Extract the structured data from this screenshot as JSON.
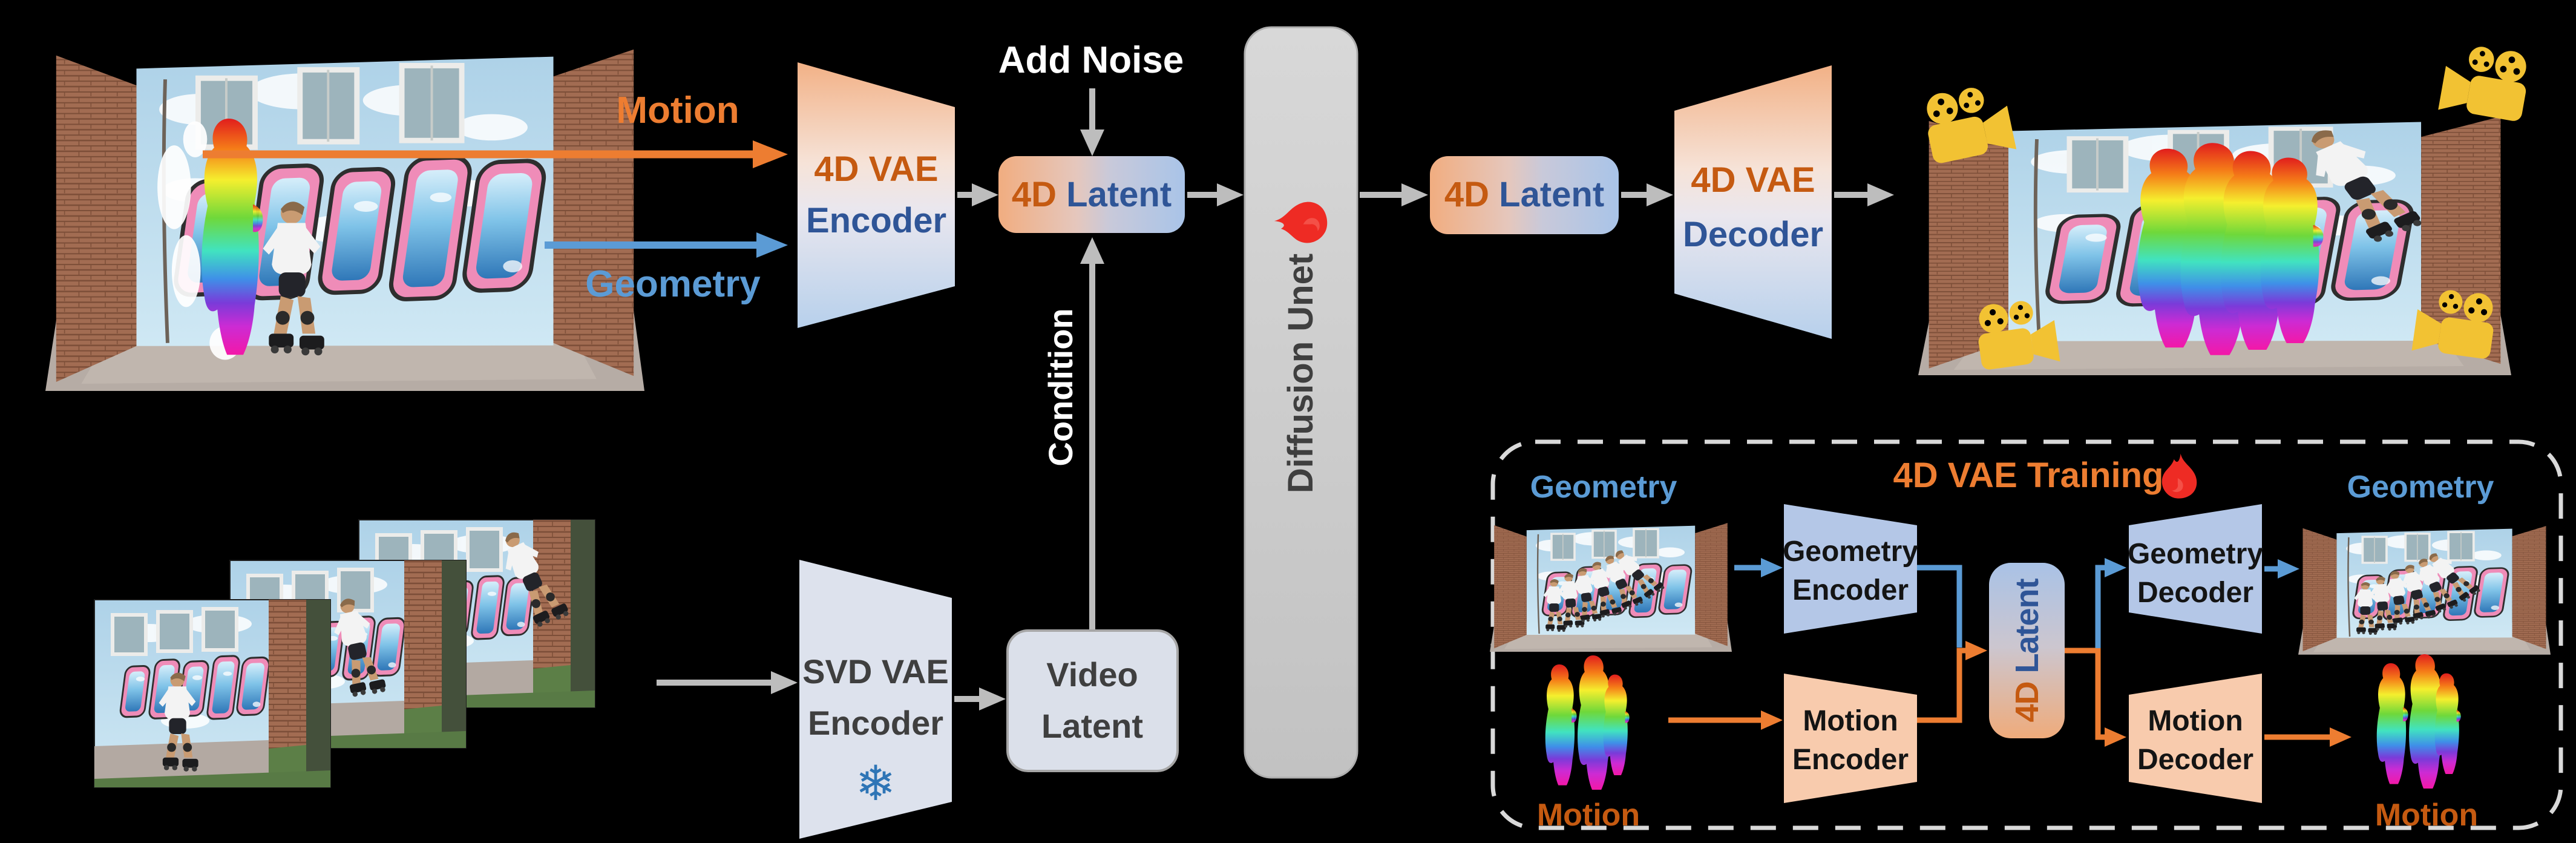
{
  "colors": {
    "background": "#000000",
    "accent_orange": "#ed7d31",
    "accent_orange_dark": "#c55a11",
    "accent_blue": "#5b9bd5",
    "accent_blue_dark": "#2f5597",
    "arrow_gray": "#bdbdbd",
    "unet_gray": "#cccccc",
    "fire_red": "#ee2b24",
    "camera_yellow": "#f2c233",
    "snowflake_blue": "#2e75b6",
    "geometry_block_blue": "#b4c7e7",
    "motion_block_orange": "#f8cbad"
  },
  "icons": {
    "snowflake": "❄",
    "fire": "flame-icon",
    "camera": "movie-camera-icon"
  },
  "inference": {
    "motion_label": "Motion",
    "geometry_label": "Geometry",
    "vae_encoder": {
      "line1": "4D VAE",
      "line2": "Encoder"
    },
    "add_noise_label": "Add Noise",
    "latent_in": {
      "part1": "4D",
      "part2": "Latent"
    },
    "diffusion_unet_label": "Diffusion Unet",
    "latent_out": {
      "part1": "4D",
      "part2": "Latent"
    },
    "vae_decoder": {
      "line1": "4D VAE",
      "line2": "Decoder"
    },
    "condition_label": "Condition",
    "svd_encoder": {
      "line1": "SVD VAE",
      "line2": "Encoder"
    },
    "video_latent": {
      "line1": "Video",
      "line2": "Latent"
    }
  },
  "training": {
    "title": "4D VAE Training",
    "geometry_input_label": "Geometry",
    "motion_input_label": "Motion",
    "geometry_encoder": {
      "line1": "Geometry",
      "line2": "Encoder"
    },
    "motion_encoder": {
      "line1": "Motion",
      "line2": "Encoder"
    },
    "latent": {
      "part1": "4D",
      "part2": "Latent"
    },
    "geometry_decoder": {
      "line1": "Geometry",
      "line2": "Decoder"
    },
    "motion_decoder": {
      "line1": "Motion",
      "line2": "Decoder"
    },
    "geometry_output_label": "Geometry",
    "motion_output_label": "Motion"
  }
}
